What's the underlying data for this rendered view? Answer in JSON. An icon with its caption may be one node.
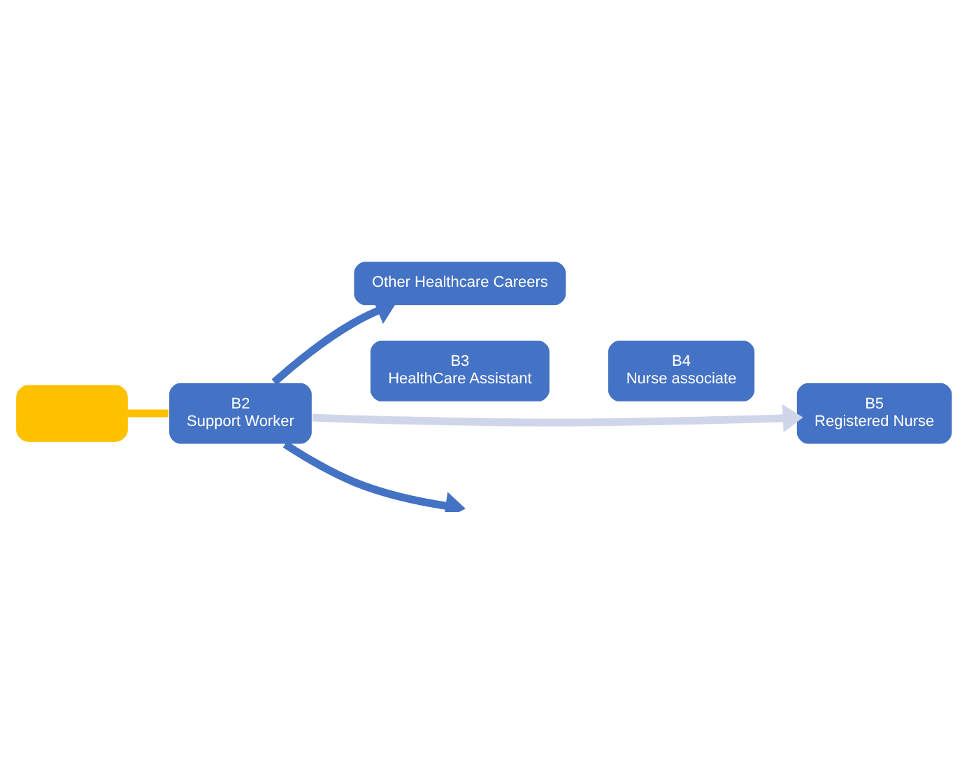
{
  "diagram": {
    "nodes": [
      {
        "text": [
          "Other Healthcare Careers"
        ]
      },
      {
        "text": [
          "B2",
          "Support Worker"
        ]
      },
      {
        "text": [
          "B3",
          "HealthCare Assistant"
        ]
      },
      {
        "text": [
          "B4",
          "Nurse associate"
        ]
      },
      {
        "text": [
          "B5",
          "Registered Nurse"
        ]
      },
      {
        "text": [],
        "shape": "box"
      }
    ],
    "edges": [
      {
        "from": 1,
        "to": 0,
        "arrow": "to"
      },
      {
        "from": 1,
        "to": 4,
        "arrow": "to",
        "color": "#d0d6ea"
      },
      {
        "from": 1,
        "to": null,
        "arrow": "to"
      },
      {
        "from": 5,
        "to": 1,
        "arrow": "none",
        "color": "#ffc000"
      }
    ]
  }
}
